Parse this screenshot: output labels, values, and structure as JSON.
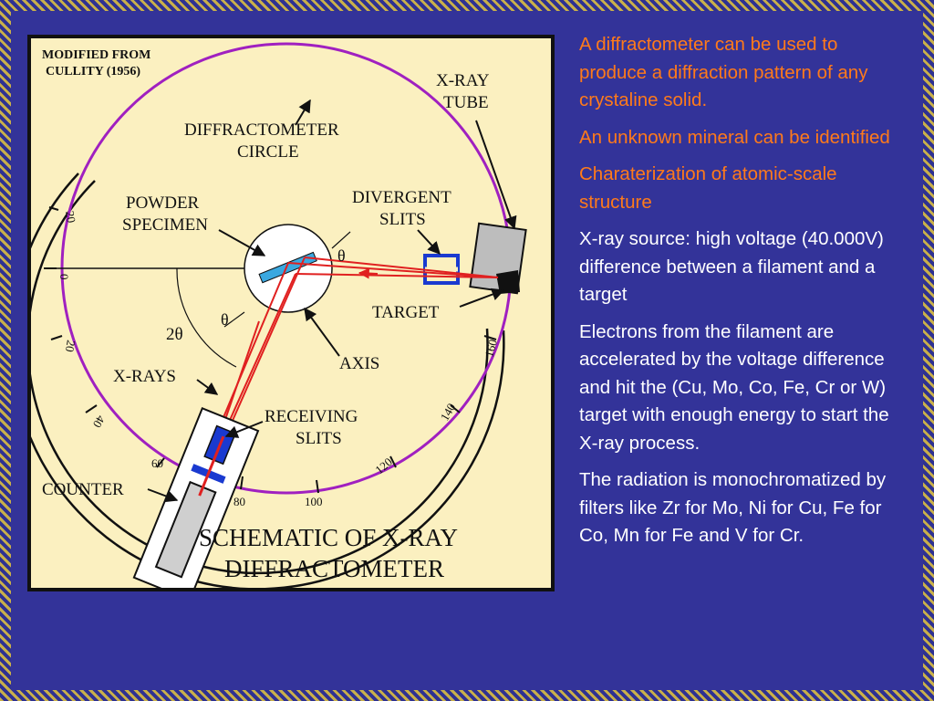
{
  "colors": {
    "slide_bg": "#333399",
    "figure_bg": "#fbf0c0",
    "circle": "#a020c0",
    "rays": "#e02020",
    "orange_text": "#ff7a1a",
    "white_text": "#ffffff",
    "crystal": "#3aa8e0",
    "slit": "#1a3ad0"
  },
  "figure": {
    "source_note_1": "MODIFIED FROM",
    "source_note_2": "CULLITY (1956)",
    "title_1": "SCHEMATIC  OF  X-RAY",
    "title_2": "DIFFRACTOMETER",
    "labels": {
      "diffractometer_1": "DIFFRACTOMETER",
      "diffractometer_2": "CIRCLE",
      "xray_tube_1": "X-RAY",
      "xray_tube_2": "TUBE",
      "powder_1": "POWDER",
      "powder_2": "SPECIMEN",
      "divergent_1": "DIVERGENT",
      "divergent_2": "SLITS",
      "target": "TARGET",
      "axis": "AXIS",
      "two_theta": "2θ",
      "theta_top": "θ",
      "theta_bottom": "θ",
      "xrays": "X-RAYS",
      "receiving_1": "RECEIVING",
      "receiving_2": "SLITS",
      "counter": "COUNTER"
    },
    "scale_ticks": [
      "20",
      "0",
      "20",
      "40",
      "60",
      "80",
      "100",
      "120",
      "140",
      "160"
    ]
  },
  "bullets": [
    {
      "text": "A diffractometer can be used to produce a diffraction pattern of any crystaline solid.",
      "color": "orange"
    },
    {
      "text": "An unknown mineral can be identified",
      "color": "orange"
    },
    {
      "text": "Charaterization of atomic-scale structure",
      "color": "orange"
    },
    {
      "text": "X-ray source: high voltage (40.000V) difference between a filament and a target",
      "color": "white"
    },
    {
      "text": "Electrons from the filament are accelerated by the voltage difference and hit the (Cu, Mo, Co, Fe, Cr or W) target with enough energy to start the X-ray process.",
      "color": "white"
    },
    {
      "text": "The radiation is monochromatized by filters like Zr for Mo, Ni for Cu, Fe for Co, Mn for Fe and V for Cr.",
      "color": "white"
    }
  ]
}
